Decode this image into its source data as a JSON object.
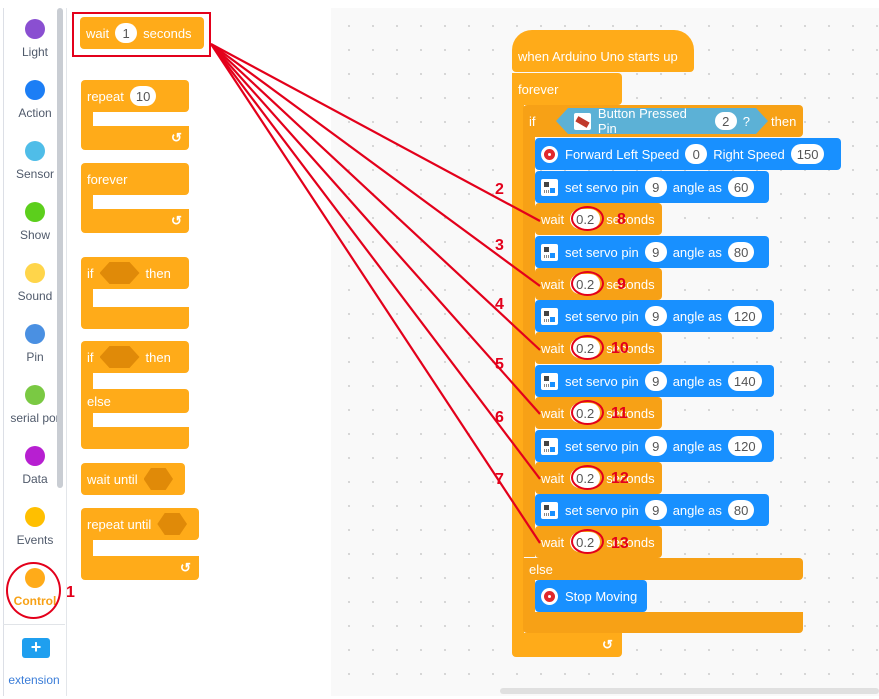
{
  "categories": [
    {
      "label": "Light",
      "color": "#8a4fd1"
    },
    {
      "label": "Action",
      "color": "#1c7ef5"
    },
    {
      "label": "Sensor",
      "color": "#4fbde8"
    },
    {
      "label": "Show",
      "color": "#5ccf1c"
    },
    {
      "label": "Sound",
      "color": "#ffd54a"
    },
    {
      "label": "Pin",
      "color": "#4a90e2"
    },
    {
      "label": "serial por",
      "color": "#7ac943"
    },
    {
      "label": "Data",
      "color": "#b71fd1"
    },
    {
      "label": "Events",
      "color": "#ffbf00"
    },
    {
      "label": "Control",
      "color": "#ffab19"
    }
  ],
  "extension": {
    "label": "extension",
    "icon": "plus-icon",
    "button_text": "+"
  },
  "palette": {
    "wait": {
      "pre": "wait",
      "value": "1",
      "post": "seconds"
    },
    "repeat": {
      "label": "repeat",
      "value": "10"
    },
    "forever": {
      "label": "forever"
    },
    "if_then": {
      "if": "if",
      "then": "then"
    },
    "if_else": {
      "if": "if",
      "then": "then",
      "else": "else"
    },
    "wait_until": {
      "label": "wait until"
    },
    "repeat_until": {
      "label": "repeat until"
    },
    "loop_arrow": "↺"
  },
  "script": {
    "hat": "when Arduino Uno starts up",
    "forever": "forever",
    "if": "if",
    "then": "then",
    "else": "else",
    "condition": {
      "label": "Button Pressed Pin",
      "value": "2",
      "q": "?"
    },
    "motor": {
      "l1": "Forward Left Speed",
      "v1": "0",
      "l2": "Right Speed",
      "v2": "150"
    },
    "servo_label": "set servo pin",
    "angle_label": "angle as",
    "servo_pin": "9",
    "angles": [
      "60",
      "80",
      "120",
      "140",
      "120",
      "80"
    ],
    "wait_pre": "wait",
    "wait_value": "0.2",
    "wait_post": "seconds",
    "stop": "Stop Moving"
  },
  "annotations": {
    "step_numbers": [
      "1",
      "2",
      "3",
      "4",
      "5",
      "6",
      "7"
    ],
    "wait_numbers": [
      "8",
      "9",
      "10",
      "11",
      "12",
      "13"
    ],
    "color": "#e3001b"
  }
}
